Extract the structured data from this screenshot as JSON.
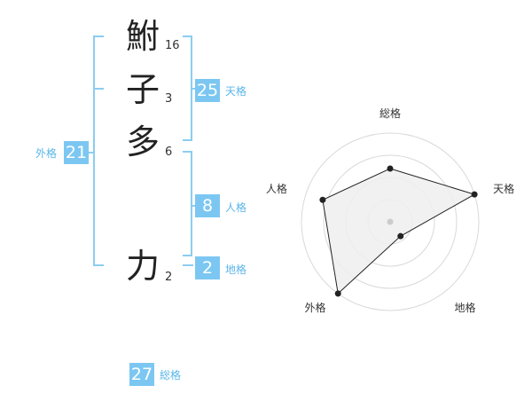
{
  "name": {
    "chars": [
      {
        "char": "鮒",
        "strokes": "16"
      },
      {
        "char": "子",
        "strokes": "3"
      },
      {
        "char": "多",
        "strokes": "6"
      },
      {
        "char": "力",
        "strokes": "2"
      }
    ]
  },
  "kakusu": {
    "tenkaku": {
      "value": "25",
      "label": "天格"
    },
    "jinkaku": {
      "value": "8",
      "label": "人格"
    },
    "chikaku": {
      "value": "2",
      "label": "地格"
    },
    "gaikaku": {
      "value": "21",
      "label": "外格"
    },
    "soukaku": {
      "value": "27",
      "label": "総格"
    }
  },
  "colors": {
    "accent": "#7cc7f2",
    "accent_text": "#5bb6ea",
    "bracket": "#8ccdf0",
    "ring": "#d9d9d9",
    "polygon_fill": "#eeeeee",
    "polygon_stroke": "#222222"
  },
  "chart_data": {
    "type": "radar",
    "axes": [
      "総格",
      "天格",
      "地格",
      "外格",
      "人格"
    ],
    "values": [
      0.6,
      1.0,
      0.2,
      1.0,
      0.8
    ],
    "ring_count": 4
  }
}
